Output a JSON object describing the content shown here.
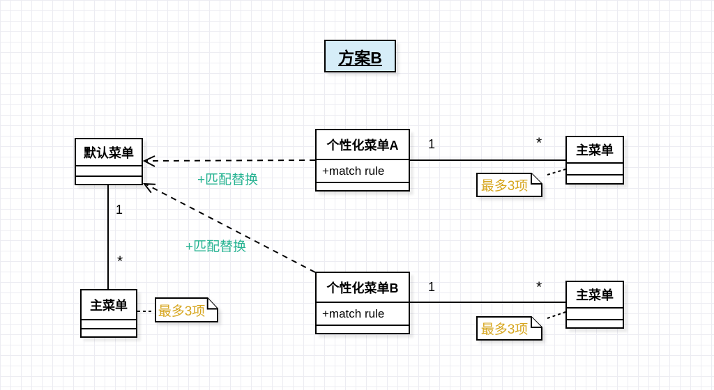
{
  "title_box": {
    "label": "方案B"
  },
  "classes": {
    "default_menu": {
      "name": "默认菜单"
    },
    "personalized_a": {
      "name": "个性化菜单A",
      "attribute": "+match rule"
    },
    "personalized_b": {
      "name": "个性化菜单B",
      "attribute": "+match rule"
    },
    "main_menu_top": {
      "name": "主菜单"
    },
    "main_menu_bottom": {
      "name": "主菜单"
    },
    "main_menu_left": {
      "name": "主菜单"
    }
  },
  "notes": {
    "top_right": {
      "text": "最多3项"
    },
    "bottom_right": {
      "text": "最多3项"
    },
    "bottom_left": {
      "text": "最多3项"
    }
  },
  "edges": {
    "match_replace_a": {
      "label": "+匹配替换"
    },
    "match_replace_b": {
      "label": "+匹配替换"
    },
    "assoc_a_main": {
      "near_mult": "1",
      "far_mult": "*"
    },
    "assoc_b_main": {
      "near_mult": "1",
      "far_mult": "*"
    },
    "assoc_default_main": {
      "near_mult": "1",
      "far_mult": "*"
    }
  },
  "colors": {
    "edge_label": "#27b392",
    "note_text": "#d6a51d",
    "title_bg": "#d6edf8",
    "stroke": "#000000",
    "grid_line": "#ececf2",
    "canvas_bg": "#ffffff"
  }
}
